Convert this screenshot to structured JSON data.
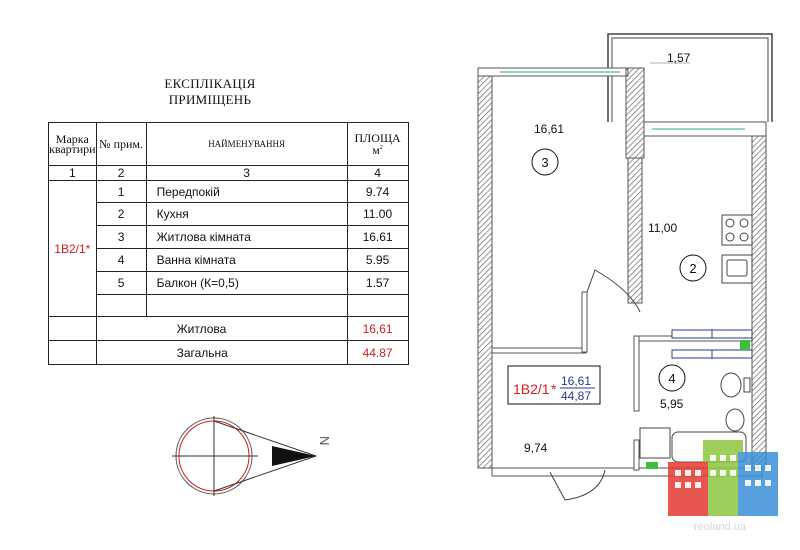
{
  "explication": {
    "title": "ЕКСПЛІКАЦІЯ ПРИМІЩЕНЬ",
    "headers": {
      "apt_mark": "Марка квартири",
      "room_no": "№ прим.",
      "name": "НАЙМЕНУВАННЯ",
      "area": "ПЛОЩА",
      "area_unit": "м",
      "area_sup": "2"
    },
    "col_numbers": [
      "1",
      "2",
      "3",
      "4"
    ],
    "apartment_mark": "1В2/1*",
    "rooms": [
      {
        "no": "1",
        "name": "Передпокій",
        "area": "9.74"
      },
      {
        "no": "2",
        "name": "Кухня",
        "area": "11.00"
      },
      {
        "no": "3",
        "name": "Житлова кімната",
        "area": "16.61"
      },
      {
        "no": "4",
        "name": "Ванна кімната",
        "area": "5.95"
      },
      {
        "no": "5",
        "name": "Балкон (К=0,5)",
        "area": "1.57"
      }
    ],
    "living_label": "Житлова",
    "living_value": "16,61",
    "total_label": "Загальна",
    "total_value": "44.87"
  },
  "plan": {
    "room_areas": {
      "balcony": "1,57",
      "living": "16,61",
      "kitchen": "11,00",
      "bath": "5,95",
      "hall": "9,74"
    },
    "room_numbers": {
      "living": "3",
      "kitchen": "2",
      "bath": "4"
    },
    "mark_box": {
      "mark": "1В2/1",
      "star": "*",
      "living": "16,61",
      "total": "44,87"
    }
  },
  "compass": {
    "north_letter": "N"
  },
  "watermark": {
    "text": "reoland.ua"
  },
  "colors": {
    "accent_red": "#d41c1c",
    "plan_blue": "#2a3b8f",
    "wall_gray": "#8c8c8c"
  }
}
